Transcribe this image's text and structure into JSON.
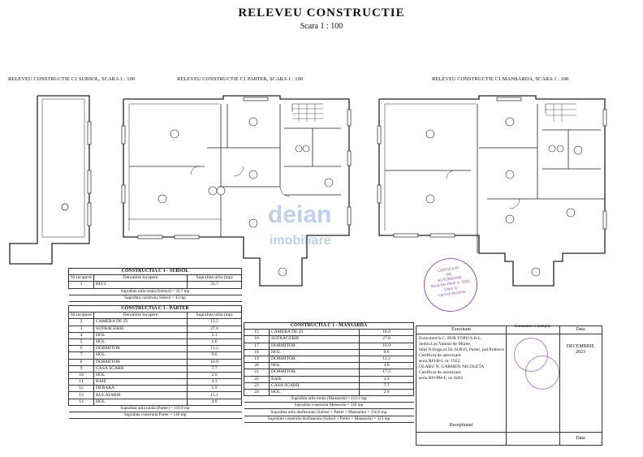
{
  "header": {
    "title": "RELEVEU CONSTRUCTIE",
    "scale": "Scara 1 : 100"
  },
  "plans": {
    "subsol": "RELEVEU CONSTRUCTIE C1 SUBSOL, SCARA 1 : 100",
    "parter": "RELEVEU CONSTRUCTIE C1 PARTER, SCARA 1 : 100",
    "mansarda": "RELEVEU CONSTRUCTIE C1 MANSARDA, SCARA 1 : 100"
  },
  "watermark": {
    "line1": "deian",
    "line2": "imobiliare"
  },
  "table_subsol": {
    "title": "CONSTRUCTIA C 1 - SUBSOL",
    "headers": [
      "Nr.incapere",
      "Denumire incapere",
      "Suprafata utila (mp)"
    ],
    "rows": [
      [
        "1",
        "BECI",
        "33.7"
      ]
    ],
    "note1": "Suprafata utila totala (Subsol) = 33.7 mp",
    "note2": "Suprafata construita Subsol = 43 mp"
  },
  "table_parter": {
    "title": "CONSTRUCTIA C 1 - PARTER",
    "headers": [
      "Nr.incapere",
      "Denumire incapere",
      "Suprafata utila (mp)"
    ],
    "rows": [
      [
        "2",
        "CAMERA DE ZI",
        "13.5"
      ],
      [
        "3",
        "SUFRAGERIE",
        "27.0"
      ],
      [
        "4",
        "HOL",
        "2.1"
      ],
      [
        "5",
        "HOL",
        "1.6"
      ],
      [
        "6",
        "DORMITOR",
        "11.2"
      ],
      [
        "7",
        "HOL",
        "9.6"
      ],
      [
        "8",
        "DORMITOR",
        "10.9"
      ],
      [
        "9",
        "CASA SCARII",
        "7.7"
      ],
      [
        "10",
        "HOL",
        "2.0"
      ],
      [
        "11",
        "BAIE",
        "4.3"
      ],
      [
        "12",
        "DEBARA",
        "1.9"
      ],
      [
        "13",
        "BUCATARIE",
        "15.1"
      ],
      [
        "14",
        "HOL",
        "4.0"
      ]
    ],
    "note1": "Suprafata utila totala (Parter) = 110.9 mp",
    "note2": "Suprafata construita Parter = 140 mp"
  },
  "table_mansarda": {
    "title": "CONSTRUCTIA C 1 - MANSARDA",
    "rows": [
      [
        "15",
        "CAMERA DE ZI",
        "18.0"
      ],
      [
        "16",
        "SUFRAGERIE",
        "27.0"
      ],
      [
        "17",
        "DORMITOR",
        "10.9"
      ],
      [
        "18",
        "HOL",
        "9.6"
      ],
      [
        "19",
        "DORMITOR",
        "11.2"
      ],
      [
        "20",
        "HOL",
        "4.0"
      ],
      [
        "21",
        "DORMITOR",
        "17.5"
      ],
      [
        "22",
        "BAIE",
        "4.3"
      ],
      [
        "23",
        "CASA SCARII",
        "7.7"
      ],
      [
        "24",
        "HOL",
        "2.0"
      ]
    ],
    "note1": "Suprafata utila totala (Mansarda) = 112.2 mp",
    "note2": "Suprafata construita Mansarda = 140 mp",
    "note3": "Suprafata utila desfasurata (Subsol + Parter + Mansarda) = 256.8 mp",
    "note4": "Suprafata construita desfasurata (Subsol + Parter + Mansarda) = 323 mp"
  },
  "executant": {
    "header": "Executant",
    "signature_header": "Semnatura si stampila",
    "date_header": "Data",
    "lines": [
      "Executant:S.C. PUR TOPO S.R.L.",
      "Sediu:Loc.Valenii de Munte,",
      "bdul N.Iorga,nr.56, bl.B10, Parter, jud.Prahova",
      "Certificat de autorizare",
      "seria RO-B-J, nr. 1922",
      "OLARU N. CARMEN NICOLETA",
      "Certificat de autorizare",
      "seria RO-PH-F, nr. 0201"
    ],
    "date": "DECEMBRIE 2023",
    "receptionat": "Receptionat",
    "receptionat_date": "Data"
  },
  "stamp_main": {
    "lines": [
      "CERTIFICAT",
      "DE",
      "AUTORIZARE",
      "Seria RO-PH-F nr. 0201",
      "Olaru N.",
      "Carmen-Nicoleta"
    ]
  }
}
